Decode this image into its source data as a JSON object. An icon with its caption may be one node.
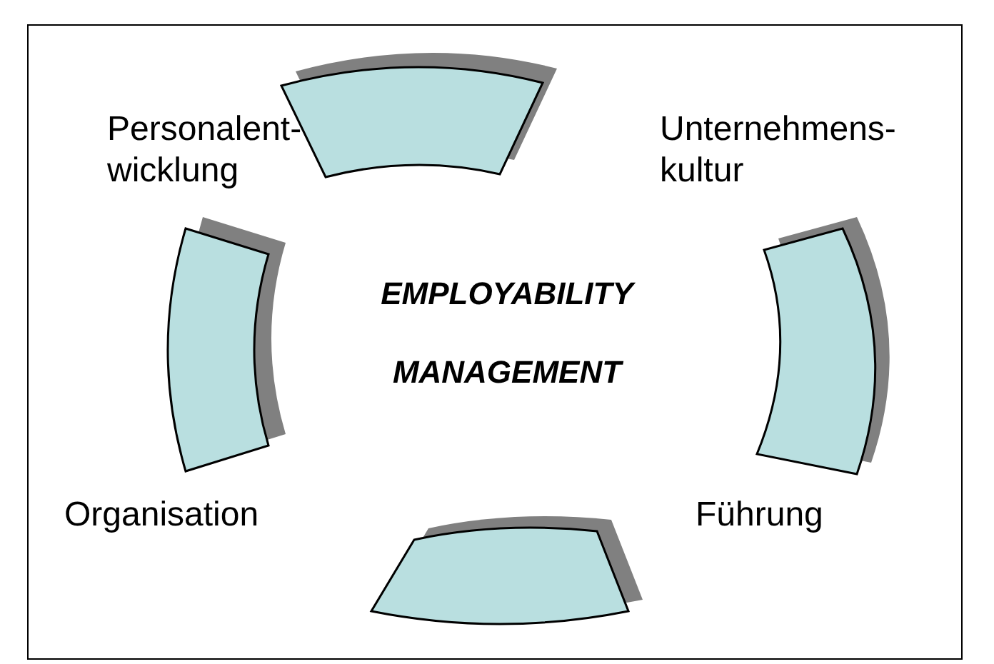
{
  "diagram": {
    "nodes": [
      {
        "text": [],
        "shape": "arc"
      },
      {
        "text": [],
        "shape": "arc"
      },
      {
        "text": [],
        "shape": "arc"
      },
      {
        "text": [],
        "shape": "arc"
      }
    ],
    "labels": [
      "Personalent- wicklung",
      "Unternehmens- kultur",
      "EMPLOYABILITY MANAGEMENT",
      "Organisation",
      "Führung"
    ]
  }
}
